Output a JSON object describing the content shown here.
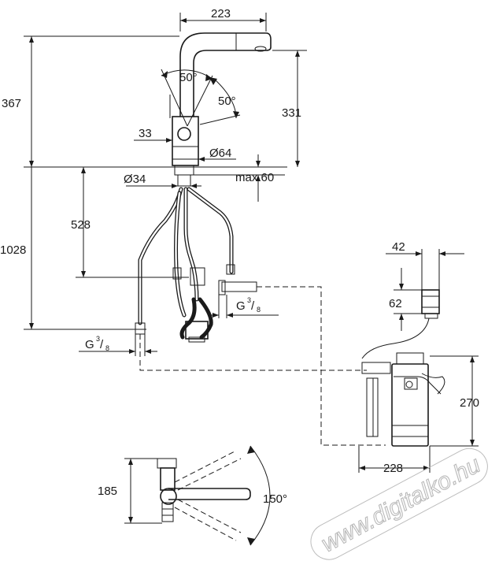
{
  "dimensions": {
    "spout_reach": "223",
    "height_total": "367",
    "height_outlet": "331",
    "angle_spout": "50°",
    "angle_handle": "50°",
    "handle_offset": "33",
    "base_diameter": "Ø64",
    "hole_diameter": "Ø34",
    "max_thickness": "max.60",
    "below_counter": "528",
    "hose_length": "1028",
    "connection_thread_left": "G",
    "connection_thread_right": "G",
    "thread_numerator": "3",
    "thread_denominator": "8",
    "filter_depth": "42",
    "filter_head": "62",
    "filter_height": "270",
    "filter_width": "228",
    "plan_depth": "185",
    "swivel_angle": "150°"
  },
  "watermark": "www.digitalko.hu"
}
